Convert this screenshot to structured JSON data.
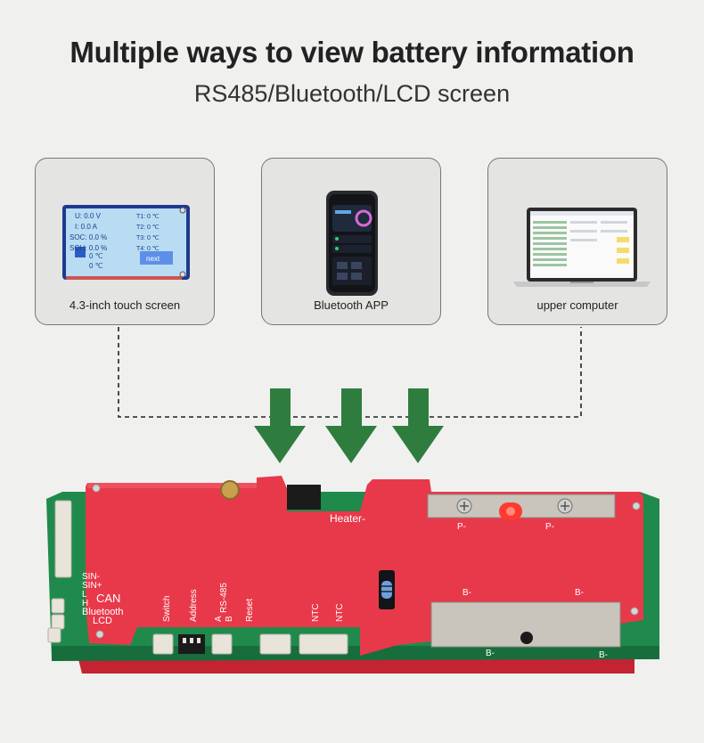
{
  "header": {
    "title": "Multiple ways to view battery information",
    "subtitle": "RS485/Bluetooth/LCD screen"
  },
  "cards": [
    {
      "label": "4.3-inch touch screen"
    },
    {
      "label": "Bluetooth APP"
    },
    {
      "label": "upper computer"
    }
  ],
  "lcd_screen": {
    "row1": "U:  0.0  V",
    "row2": "I:  0.0  A",
    "row3": "SOC: 0.0  %",
    "row4": "SOH: 0.0  %",
    "row5": "0   ℃",
    "row6": "0   ℃",
    "t1": "T1:  0  ℃",
    "t2": "T2:  0  ℃",
    "t3": "T3:  0  ℃",
    "t4": "T4:  0  ℃",
    "next": "next"
  },
  "board": {
    "heater": "Heater-",
    "sin_minus": "SIN-",
    "sin_plus": "SIN+",
    "l": "L",
    "h": "H",
    "can": "CAN",
    "bluetooth": "Bluetooth",
    "lcd": "LCD",
    "switch": "Switch",
    "address": "Address",
    "a": "A",
    "b": "B",
    "rs485": "RS-485",
    "reset": "Reset",
    "ntc1": "NTC",
    "ntc2": "NTC",
    "p_minus_1": "P-",
    "p_minus_2": "P-",
    "b_minus_1": "B-",
    "b_minus_2": "B-",
    "b_minus_3": "B-",
    "b_minus_4": "B-"
  },
  "colors": {
    "arrow": "#2e7d3e",
    "board_red": "#e8394a",
    "pcb_green": "#1f8a4c"
  }
}
